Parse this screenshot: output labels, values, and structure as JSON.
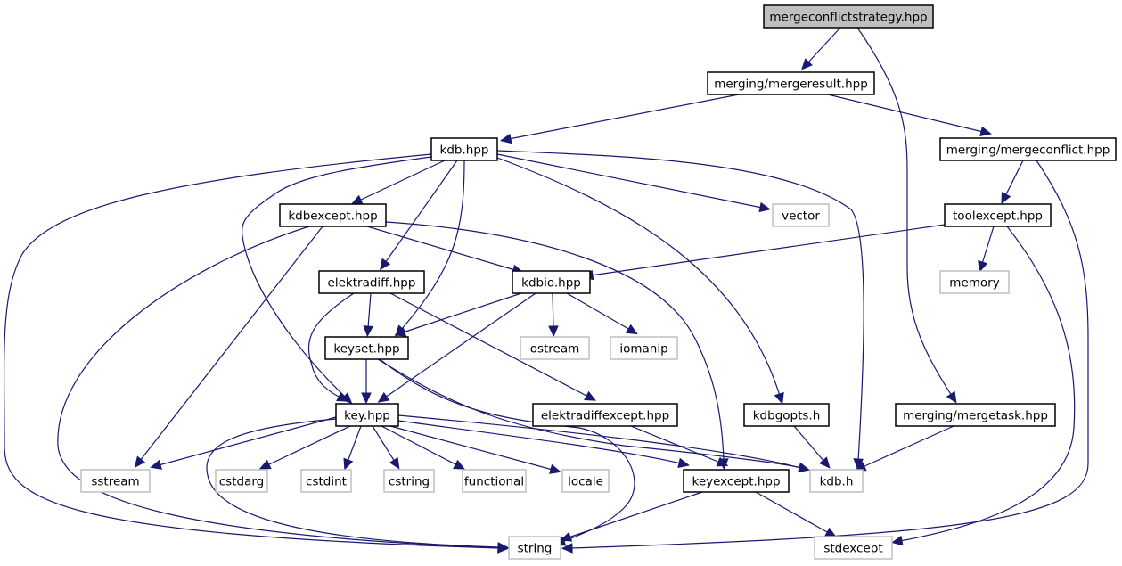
{
  "graph": {
    "colors": {
      "edge": "#191970",
      "root_fill": "#bfbfbf",
      "root_border": "#000000",
      "local_fill": "#ffffff",
      "local_border": "#000000",
      "system_fill": "#ffffff",
      "system_border": "#bfbfbf"
    },
    "nodes": [
      {
        "id": "mergeconflictstrategy",
        "label": "mergeconflictstrategy.hpp",
        "kind": "root"
      },
      {
        "id": "mergeresult",
        "label": "merging/mergeresult.hpp",
        "kind": "local"
      },
      {
        "id": "kdbhpp",
        "label": "kdb.hpp",
        "kind": "local"
      },
      {
        "id": "mergeconflict",
        "label": "merging/mergeconflict.hpp",
        "kind": "local"
      },
      {
        "id": "kdbexcept",
        "label": "kdbexcept.hpp",
        "kind": "local"
      },
      {
        "id": "vector",
        "label": "vector",
        "kind": "system"
      },
      {
        "id": "toolexcept",
        "label": "toolexcept.hpp",
        "kind": "local"
      },
      {
        "id": "elektradiff",
        "label": "elektradiff.hpp",
        "kind": "local"
      },
      {
        "id": "kdbio",
        "label": "kdbio.hpp",
        "kind": "local"
      },
      {
        "id": "memory",
        "label": "memory",
        "kind": "system"
      },
      {
        "id": "keyset",
        "label": "keyset.hpp",
        "kind": "local"
      },
      {
        "id": "ostream",
        "label": "ostream",
        "kind": "system"
      },
      {
        "id": "iomanip",
        "label": "iomanip",
        "kind": "system"
      },
      {
        "id": "key",
        "label": "key.hpp",
        "kind": "local"
      },
      {
        "id": "elektradiffexcept",
        "label": "elektradiffexcept.hpp",
        "kind": "local"
      },
      {
        "id": "kdbgopts",
        "label": "kdbgopts.h",
        "kind": "local"
      },
      {
        "id": "mergetask",
        "label": "merging/mergetask.hpp",
        "kind": "local"
      },
      {
        "id": "sstream",
        "label": "sstream",
        "kind": "system"
      },
      {
        "id": "cstdarg",
        "label": "cstdarg",
        "kind": "system"
      },
      {
        "id": "cstdint",
        "label": "cstdint",
        "kind": "system"
      },
      {
        "id": "cstring",
        "label": "cstring",
        "kind": "system"
      },
      {
        "id": "functional",
        "label": "functional",
        "kind": "system"
      },
      {
        "id": "locale",
        "label": "locale",
        "kind": "system"
      },
      {
        "id": "keyexcept",
        "label": "keyexcept.hpp",
        "kind": "local"
      },
      {
        "id": "kdbh",
        "label": "kdb.h",
        "kind": "system"
      },
      {
        "id": "string",
        "label": "string",
        "kind": "system"
      },
      {
        "id": "stdexcept",
        "label": "stdexcept",
        "kind": "system"
      }
    ],
    "edges": [
      {
        "from": "mergeconflictstrategy",
        "to": "mergeresult"
      },
      {
        "from": "mergeconflictstrategy",
        "to": "mergetask"
      },
      {
        "from": "mergeresult",
        "to": "kdbhpp"
      },
      {
        "from": "mergeresult",
        "to": "mergeconflict"
      },
      {
        "from": "kdbhpp",
        "to": "kdbexcept"
      },
      {
        "from": "kdbhpp",
        "to": "vector"
      },
      {
        "from": "kdbhpp",
        "to": "elektradiff"
      },
      {
        "from": "kdbhpp",
        "to": "keyset"
      },
      {
        "from": "kdbhpp",
        "to": "key"
      },
      {
        "from": "kdbhpp",
        "to": "kdbgopts"
      },
      {
        "from": "kdbhpp",
        "to": "kdbh"
      },
      {
        "from": "kdbhpp",
        "to": "string"
      },
      {
        "from": "mergeconflict",
        "to": "toolexcept"
      },
      {
        "from": "mergeconflict",
        "to": "string"
      },
      {
        "from": "toolexcept",
        "to": "kdbio"
      },
      {
        "from": "toolexcept",
        "to": "memory"
      },
      {
        "from": "toolexcept",
        "to": "stdexcept"
      },
      {
        "from": "kdbexcept",
        "to": "kdbio"
      },
      {
        "from": "kdbexcept",
        "to": "keyexcept"
      },
      {
        "from": "kdbexcept",
        "to": "sstream"
      },
      {
        "from": "kdbexcept",
        "to": "string"
      },
      {
        "from": "elektradiff",
        "to": "keyset"
      },
      {
        "from": "elektradiff",
        "to": "key"
      },
      {
        "from": "elektradiff",
        "to": "elektradiffexcept"
      },
      {
        "from": "kdbio",
        "to": "keyset"
      },
      {
        "from": "kdbio",
        "to": "key"
      },
      {
        "from": "kdbio",
        "to": "ostream"
      },
      {
        "from": "kdbio",
        "to": "iomanip"
      },
      {
        "from": "keyset",
        "to": "key"
      },
      {
        "from": "keyset",
        "to": "kdbh"
      },
      {
        "from": "keyset",
        "to": "string"
      },
      {
        "from": "key",
        "to": "sstream"
      },
      {
        "from": "key",
        "to": "cstdarg"
      },
      {
        "from": "key",
        "to": "cstdint"
      },
      {
        "from": "key",
        "to": "cstring"
      },
      {
        "from": "key",
        "to": "functional"
      },
      {
        "from": "key",
        "to": "locale"
      },
      {
        "from": "key",
        "to": "keyexcept"
      },
      {
        "from": "key",
        "to": "kdbh"
      },
      {
        "from": "key",
        "to": "string"
      },
      {
        "from": "elektradiffexcept",
        "to": "keyexcept"
      },
      {
        "from": "kdbgopts",
        "to": "kdbh"
      },
      {
        "from": "mergetask",
        "to": "kdbh"
      },
      {
        "from": "keyexcept",
        "to": "string"
      },
      {
        "from": "keyexcept",
        "to": "stdexcept"
      }
    ]
  }
}
